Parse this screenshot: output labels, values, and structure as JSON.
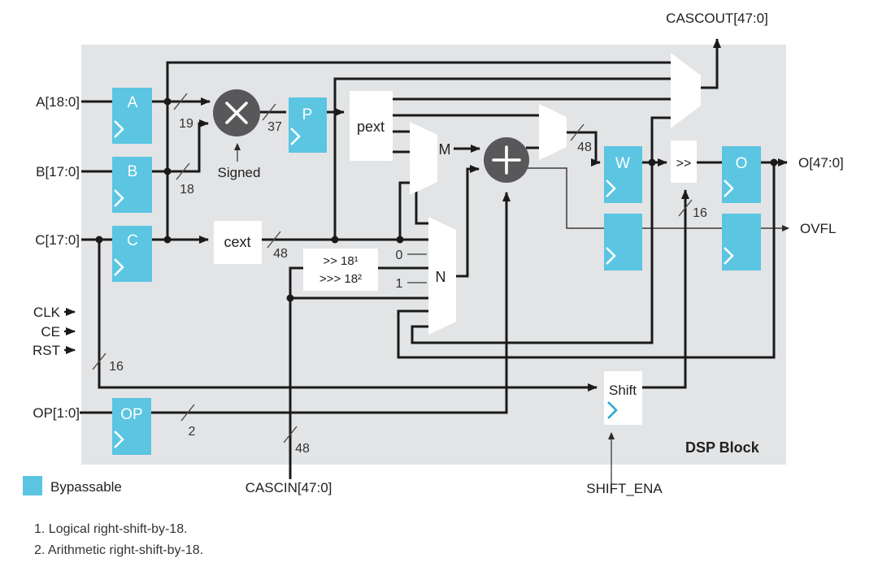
{
  "title": {
    "block_label": "DSP Block"
  },
  "io": {
    "cascout": "CASCOUT[47:0]",
    "cascin": "CASCIN[47:0]",
    "a_in": "A[18:0]",
    "b_in": "B[17:0]",
    "c_in": "C[17:0]",
    "clk": "CLK",
    "ce": "CE",
    "rst": "RST",
    "op_in": "OP[1:0]",
    "o_out": "O[47:0]",
    "ovfl_out": "OVFL",
    "shift_ena": "SHIFT_ENA"
  },
  "registers": {
    "a": "A",
    "b": "B",
    "c": "C",
    "p": "P",
    "op": "OP",
    "w": "W",
    "o": "O"
  },
  "blocks": {
    "pext": "pext",
    "cext": "cext",
    "shift_register": "Shift",
    "barrel_shifter": ">>",
    "shifter_opt1": ">> 18¹",
    "shifter_opt2": ">>> 18²"
  },
  "muxes": {
    "m": "M",
    "n": "N",
    "sel0": "0",
    "sel1": "1"
  },
  "widths": {
    "a": "19",
    "b": "18",
    "p": "37",
    "c": "48",
    "acc": "48",
    "cascin": "48",
    "ctrl": "16",
    "shift": "16",
    "op": "2"
  },
  "annotations": {
    "signed": "Signed"
  },
  "legend": {
    "swatch": "#5BC5E2",
    "label": "Bypassable"
  },
  "notes": {
    "note1": "1. Logical right-shift-by-18.",
    "note2": "2. Arithmetic right-shift-by-18."
  },
  "colors": {
    "bypassable": "#5BC5E2",
    "block_bg": "#E3E4E6",
    "line": "#1A1A1A",
    "node_fill": "#58585A",
    "shift_chevron": "#2AA9D2"
  }
}
